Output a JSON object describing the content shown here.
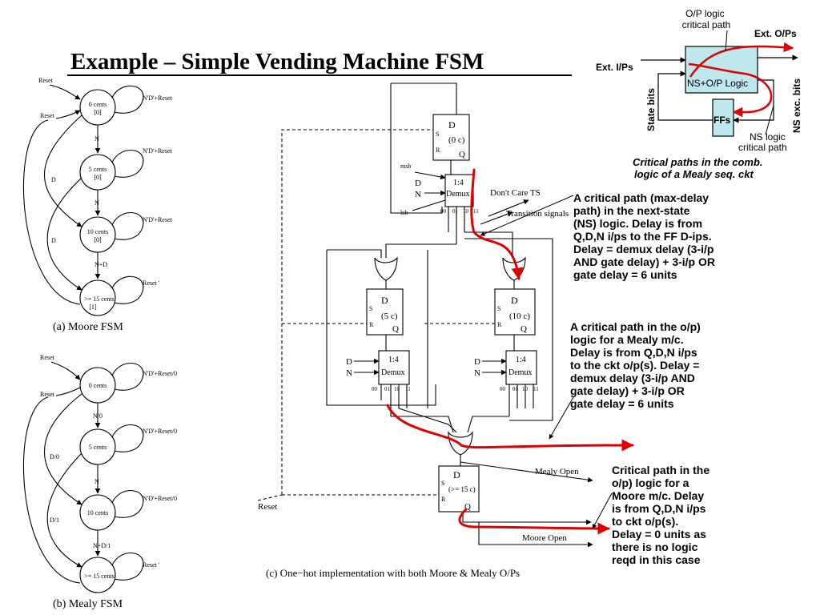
{
  "title": "Example – Simple Vending Machine FSM",
  "moore": {
    "caption": "(a) Moore FSM",
    "reset": "Reset",
    "states": [
      {
        "name": "0 cents",
        "out": "[0]"
      },
      {
        "name": "5 cents",
        "out": "[0]"
      },
      {
        "name": "10 cents",
        "out": "[0]"
      },
      {
        "name": ">= 15 cents",
        "out": "[1]"
      }
    ],
    "self_loops": [
      "N'D'+Reset",
      "N'D'+Reset",
      "N'D'+Reset",
      "Reset '"
    ],
    "edges": {
      "n1": "N",
      "n2": "N",
      "nd": "N+D",
      "d1": "D",
      "d2": "D"
    }
  },
  "mealy": {
    "caption": "(b) Mealy FSM",
    "reset": "Reset",
    "states": [
      "0 cents",
      "5 cents",
      "10 cents",
      ">= 15 cents"
    ],
    "self_loops": [
      "N'D'+Reset/0",
      "N'D'+Reset/0",
      "N'D'+Reset/0",
      "Reset '"
    ],
    "edges": {
      "n1": "N/0",
      "n2": "N",
      "nd": "N+D/1",
      "d1": "D/0",
      "d2": "D/1"
    }
  },
  "circuit": {
    "caption": "(c) One−hot implementation with both Moore & Mealy O/Ps",
    "ff_labels": [
      "(0 c)",
      "(5 c)",
      "(10 c)",
      "(>= 15 c)"
    ],
    "d": "D",
    "q": "Q",
    "s": "S",
    "r": "R",
    "demux": "1:4",
    "demux_sub": "Demux",
    "msb": "msb",
    "lsb": "lsb",
    "n": "N",
    "outs": [
      "00",
      "01",
      "10",
      "11"
    ],
    "dont_care": "Don't Care TS",
    "transition": "Transition signals",
    "mealy_open": "Mealy Open",
    "moore_open": "Moore Open",
    "reset": "Reset"
  },
  "block": {
    "op_logic": "O/P logic critical path",
    "ext_ops": "Ext. O/Ps",
    "ext_ips": "Ext. I/Ps",
    "ns_op": "NS+O/P Logic",
    "state_bits": "State bits",
    "ns_exc": "NS exc. bits",
    "ffs": "FFs",
    "ns_logic": "NS logic critical path",
    "caption": "Critical paths in the comb. logic of a Mealy seq. ckt"
  },
  "annotations": {
    "ns_path": "A critical path (max-delay path) in the next-state (NS) logic. Delay is from Q,D,N i/ps to the FF D-ips. Delay = demux delay (3-i/p AND gate delay) + 3-i/p OR gate delay = 6 units",
    "mealy_path": "A critical path in the o/p) logic for a Mealy m/c. Delay is from Q,D,N i/ps to the ckt o/p(s). Delay = demux delay (3-i/p AND gate delay) + 3-i/p OR gate delay = 6 units",
    "moore_path": "Critical path in the o/p) logic for a Moore m/c. Delay is from Q,D,N i/ps to ckt o/p(s). Delay = 0 units as there is no logic reqd in this case"
  },
  "colors": {
    "critical": "#e00000",
    "block_fill": "#bfe8ee",
    "ink": "#000000"
  }
}
